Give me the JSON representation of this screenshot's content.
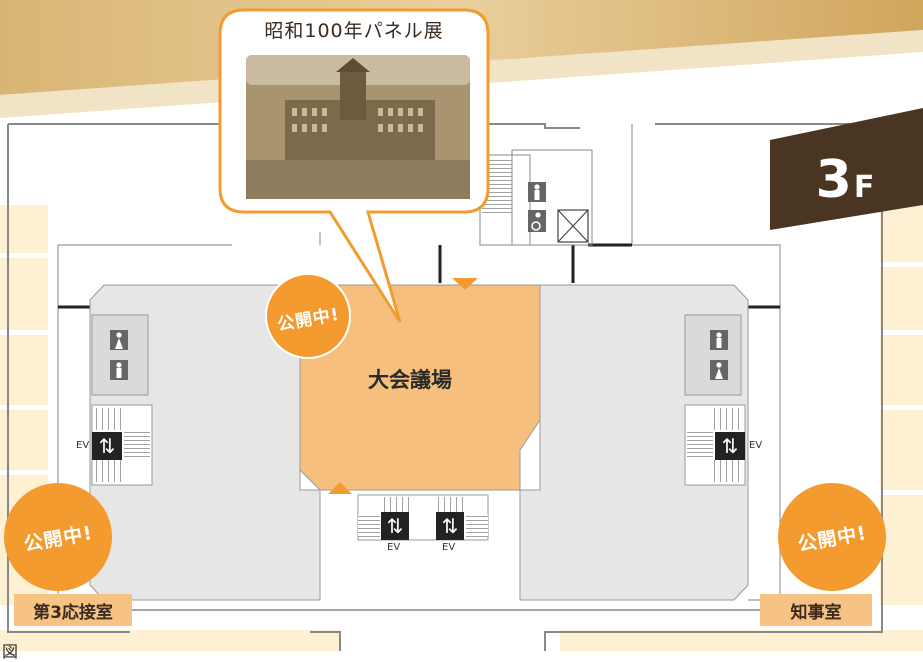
{
  "floor": {
    "number": "3",
    "suffix": "F"
  },
  "exhibit": {
    "title": "昭和100年パネル展"
  },
  "rooms": {
    "main_hall": "大会議場",
    "reception": "第3応接室",
    "governor": "知事室"
  },
  "badges": {
    "open": "公開中!"
  },
  "elevator_label": "EV",
  "colors": {
    "gold": "#cfa463",
    "orange_accent": "#f39b2f",
    "hall_fill": "#f7bf7d",
    "room_gray": "#e6e6e6",
    "floor_tag": "#4a3422",
    "panel_cream": "#fdf0d3"
  },
  "icons": [
    "restroom-female-icon",
    "restroom-male-icon",
    "accessible-restroom-icon",
    "elevator-icon",
    "stairs-icon"
  ],
  "footer_partial_text": "図"
}
